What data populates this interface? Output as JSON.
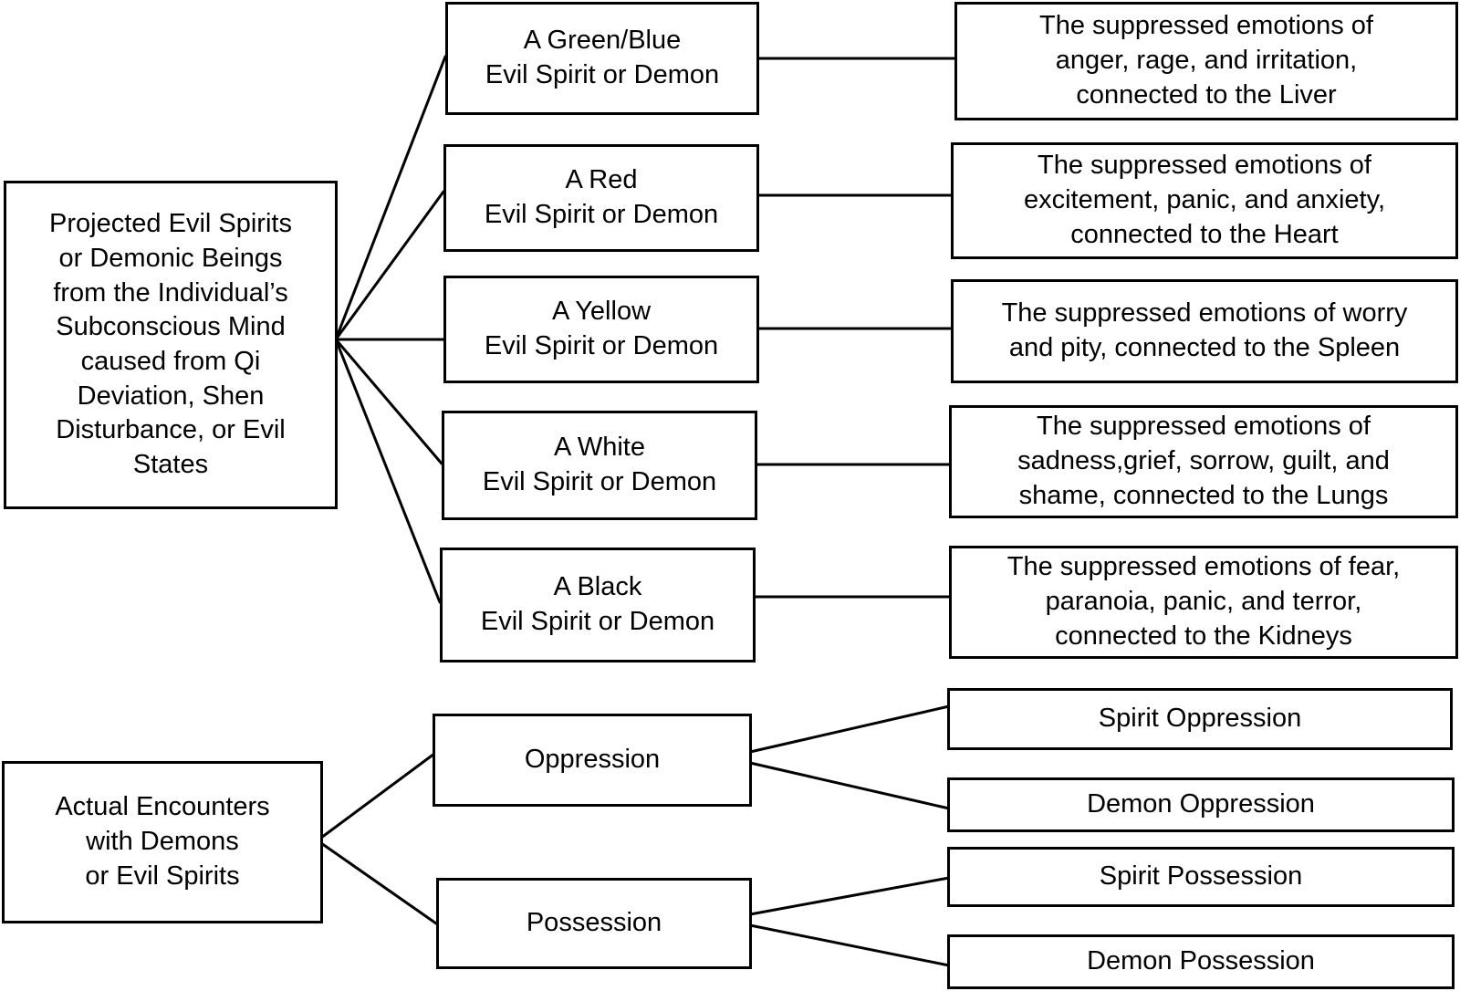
{
  "root_projected": {
    "lines": [
      "Projected Evil Spirits",
      "or Demonic Beings",
      "from the Individual’s",
      "Subconscious Mind",
      "caused from Qi",
      "Deviation, Shen",
      "Disturbance, or Evil",
      "States"
    ]
  },
  "spirits": [
    {
      "title_lines": [
        "A Green/Blue",
        "Evil Spirit or Demon"
      ],
      "emotion_lines": [
        "The suppressed emotions of",
        "anger, rage, and irritation,",
        "connected to the Liver"
      ]
    },
    {
      "title_lines": [
        "A Red",
        "Evil Spirit or Demon"
      ],
      "emotion_lines": [
        "The suppressed emotions of",
        "excitement, panic, and anxiety,",
        "connected to the Heart"
      ]
    },
    {
      "title_lines": [
        "A Yellow",
        "Evil Spirit or Demon"
      ],
      "emotion_lines": [
        "The suppressed emotions of worry",
        "and pity, connected to the Spleen"
      ]
    },
    {
      "title_lines": [
        "A White",
        "Evil Spirit or Demon"
      ],
      "emotion_lines": [
        "The suppressed emotions of",
        "sadness,grief, sorrow, guilt, and",
        "shame, connected to the Lungs"
      ]
    },
    {
      "title_lines": [
        "A Black",
        "Evil Spirit or Demon"
      ],
      "emotion_lines": [
        "The suppressed emotions of fear,",
        "paranoia, panic, and terror,",
        "connected to the  Kidneys"
      ]
    }
  ],
  "root_actual": {
    "lines": [
      "Actual Encounters",
      "with Demons",
      "or Evil Spirits"
    ]
  },
  "categories": [
    {
      "label": "Oppression",
      "children": [
        "Spirit Oppression",
        "Demon Oppression"
      ]
    },
    {
      "label": "Possession",
      "children": [
        "Spirit Possession",
        "Demon Possession"
      ]
    }
  ]
}
